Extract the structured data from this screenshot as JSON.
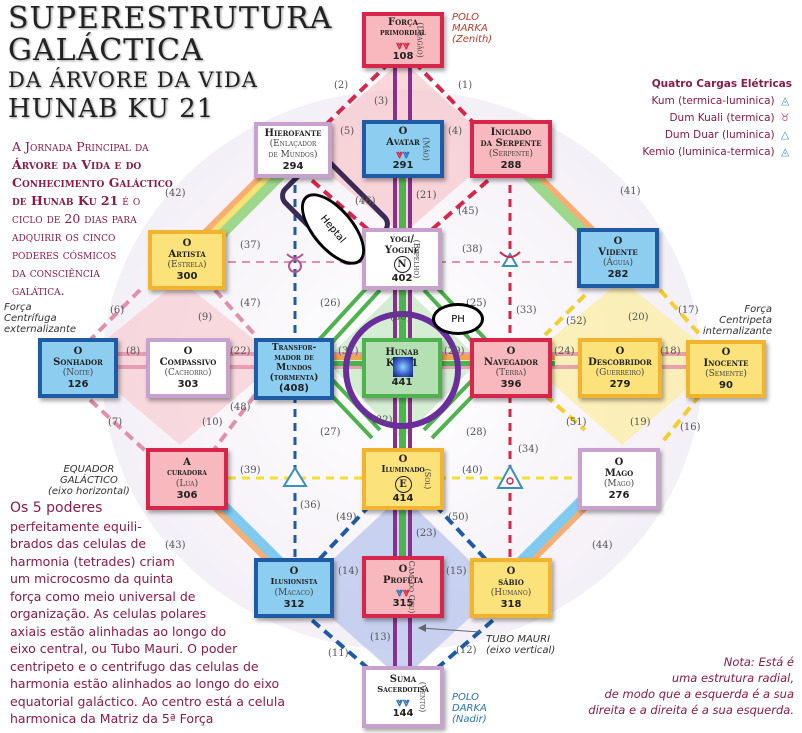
{
  "title": {
    "line1": "SUPERESTRUTURA",
    "line2": "GALÁCTICA",
    "line3": "DA ÁRVORE DA VIDA",
    "line4": "HUNAB KU 21"
  },
  "intro": {
    "normal1": "A Jornada Principal da",
    "bold1": "Árvore da Vida e do",
    "bold2": "Conhecimento Galáctico",
    "bold3": "de Hunab Ku 21",
    "normal2": " é o",
    "normal3": "ciclo de 20 dias para",
    "normal4": "adquirir os cinco",
    "normal5": "poderes cósmicos",
    "normal6": "da consciência",
    "normal7": "galática."
  },
  "poles": {
    "top": {
      "line1": "POLO",
      "line2": "MARKA",
      "line3": "(Zenith)"
    },
    "bottom": {
      "line1": "POLO",
      "line2": "DARKA",
      "line3": "(Nadir)"
    }
  },
  "legend": {
    "title": "Quatro Cargas Elétricas",
    "items": [
      {
        "label": "Kum (termica-luminica)",
        "icon": "triangle-with-loop-icon",
        "glyph": "⊛"
      },
      {
        "label": "Dum Kuali (termica)",
        "icon": "loop-icon",
        "glyph": "♉"
      },
      {
        "label": "Dum Duar (luminica)",
        "icon": "triangle-icon",
        "glyph": "△"
      },
      {
        "label": "Kemio (luminica-termica)",
        "icon": "triangle-loop-inside-icon",
        "glyph": "◬"
      }
    ]
  },
  "side_labels": {
    "left_force": [
      "Força",
      "Centrífuga",
      "externalizante"
    ],
    "right_force": [
      "Força",
      "Centripeta",
      "internalizante"
    ],
    "equator": [
      "EQUADOR",
      "GALÁCTICO",
      "(eixo horizontal)"
    ],
    "tube": [
      "TUBO MAURI",
      "(eixo vertical)"
    ]
  },
  "boxes": [
    {
      "id": "forca",
      "n1": "Força",
      "n1b": "primordial",
      "glyph": "\\/\\/",
      "num": "108",
      "side": "(Dragão)"
    },
    {
      "id": "hierofante",
      "n1": "Hierofante",
      "n2": "(Enlaçador",
      "n2b": "de Mundos)",
      "num": "294"
    },
    {
      "id": "avatar",
      "n1": "O",
      "n1b": "Avatar",
      "glyph": "\\/\\/",
      "num": "291",
      "side": "(Mão)"
    },
    {
      "id": "iniciado",
      "n1": "Iniciado",
      "n1b": "da Serpente",
      "n2": "(Serpente)",
      "num": "288"
    },
    {
      "id": "artista",
      "n1": "O",
      "n1b": "Artista",
      "n2": "(Estrela)",
      "num": "300"
    },
    {
      "id": "yogi",
      "n1": "yogi/",
      "n1b": "Yogine",
      "glyph": "N",
      "num": "402",
      "side": "(Espelho)"
    },
    {
      "id": "vidente",
      "n1": "O",
      "n1b": "Vidente",
      "n2": "(Águia)",
      "num": "282"
    },
    {
      "id": "sonhador",
      "n1": "O",
      "n1b": "Sonhador",
      "n2": "(Noite)",
      "num": "126"
    },
    {
      "id": "compassivo",
      "n1": "O",
      "n1b": "Compassivo",
      "n2": "(Cachorro)",
      "num": "303"
    },
    {
      "id": "transformador",
      "n1": "Transfor-",
      "n1b": "mador de",
      "n1c": "Mundos",
      "n1d": "(tormenta)",
      "num": "(408)"
    },
    {
      "id": "hunab",
      "n1": "Hunab",
      "n1b": "Ku 21",
      "num": "441"
    },
    {
      "id": "navegador",
      "n1": "O",
      "n1b": "Navegador",
      "n2": "(Terra)",
      "num": "396"
    },
    {
      "id": "descobridor",
      "n1": "O",
      "n1b": "Descobridor",
      "n2": "(Guerreiro)",
      "num": "279"
    },
    {
      "id": "inocente",
      "n1": "O",
      "n1b": "Inocente",
      "n2": "(Semente)",
      "num": "90"
    },
    {
      "id": "curadora",
      "n1": "A",
      "n1b": "curadora",
      "n2": "(Lua)",
      "num": "306"
    },
    {
      "id": "iluminado",
      "n1": "O",
      "n1b": "Iluminado",
      "glyph": "E",
      "num": "414",
      "side": "(Sol)"
    },
    {
      "id": "mago",
      "n1": "O",
      "n1b": "Mago",
      "n2": "(Mago)",
      "num": "276"
    },
    {
      "id": "ilusionista",
      "n1": "O",
      "n1b": "Ilusionista",
      "n2": "(Macaco)",
      "num": "312"
    },
    {
      "id": "profeta",
      "n1": "O",
      "n1b": "Profeta",
      "glyph": "\\/\\/",
      "num": "315",
      "side": "Cam. do Céu)"
    },
    {
      "id": "sabio",
      "n1": "O",
      "n1b": "sábio",
      "n2": "(Humano)",
      "num": "318"
    },
    {
      "id": "suma",
      "n1": "Suma",
      "n1b": "Sacerdotisa",
      "glyph": "\\/\\/",
      "num": "144",
      "side": "(Vento)"
    }
  ],
  "path_numbers": [
    "(1)",
    "(2)",
    "(3)",
    "(4)",
    "(5)",
    "(6)",
    "(7)",
    "(8)",
    "(9)",
    "(10)",
    "(11)",
    "(12)",
    "(13)",
    "(14)",
    "(15)",
    "(16)",
    "(17)",
    "(18)",
    "(19)",
    "(20)",
    "(21)",
    "(22)",
    "(23)",
    "(24)",
    "(25)",
    "(26)",
    "(27)",
    "(28)",
    "(29)",
    "(30)",
    "(31)",
    "(32)",
    "(33)",
    "(34)",
    "(36)",
    "(37)",
    "(38)",
    "(39)",
    "(40)",
    "(41)",
    "(42)",
    "(43)",
    "(44)",
    "(45)",
    "(46)",
    "(47)",
    "(48)",
    "(49)",
    "(50)",
    "(51)",
    "(52)"
  ],
  "summary": {
    "lead": "Os 5 poderes",
    "lines": [
      "perfeitamente equili-",
      "brados das celulas de",
      "harmonia (tetrades) criam",
      "um microcosmo da quinta",
      "força como meio universal de",
      "organização. As celulas polares",
      "axiais estão alinhadas ao longo do",
      "eixo central, ou Tubo Mauri. O poder",
      "centripeto e o centrifugo das celulas de",
      "harmonia estão alinhados ao longo do eixo",
      "equatorial galáctico. Ao centro está a celula",
      "harmonica da Matriz da 5ª Força"
    ]
  },
  "note": {
    "lines": [
      "Nota: Está é",
      "uma estrutura radial,",
      "de modo que a esquerda é a sua",
      "direita e a direita é a sua esquerda."
    ]
  },
  "annotations": {
    "heptal": "Heptal",
    "ph": "PH"
  },
  "colors": {
    "title_text": "#222222",
    "body_text": "#8a1b4a",
    "pink": "#d8264a",
    "blue": "#1f5aa4",
    "yellow": "#f2b42f",
    "green": "#4eb24e",
    "purple": "#5b2d8e"
  }
}
